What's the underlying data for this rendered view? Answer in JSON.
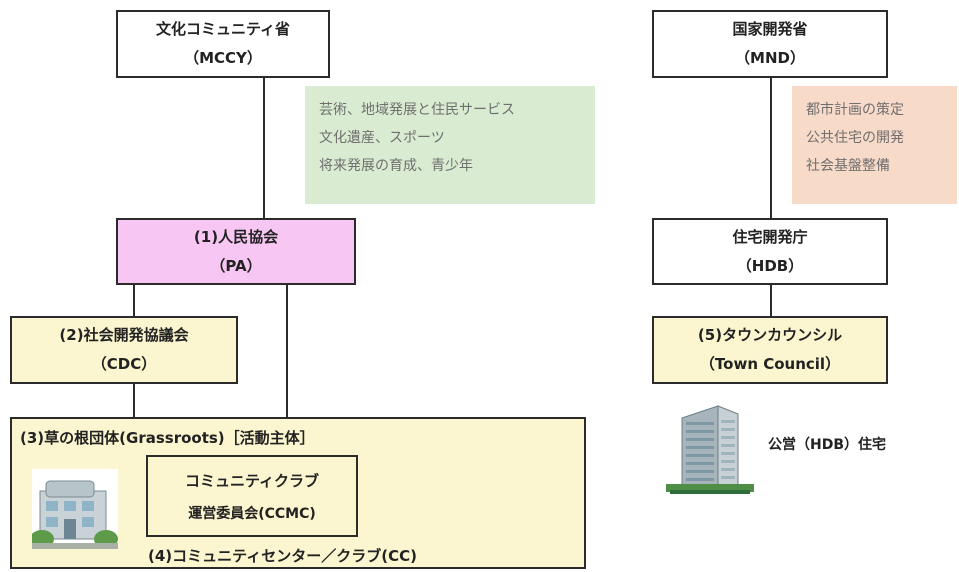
{
  "mccy": {
    "name": "文化コミュニティ省",
    "abbr": "（MCCY）"
  },
  "mnd": {
    "name": "国家開発省",
    "abbr": "（MND）"
  },
  "mccy_note": [
    "芸術、地域発展と住民サービス",
    "文化遺産、スポーツ",
    "将来発展の育成、青少年"
  ],
  "mnd_note": [
    "都市計画の策定",
    "公共住宅の開発",
    "社会基盤整備"
  ],
  "pa": {
    "name": "(1)人民協会",
    "abbr": "（PA）"
  },
  "hdb": {
    "name": "住宅開発庁",
    "abbr": "（HDB）"
  },
  "cdc": {
    "name": "(2)社会開発協議会",
    "abbr": "（CDC）"
  },
  "town_council": {
    "name": "(5)タウンカウンシル",
    "abbr": "（Town Council）"
  },
  "grassroots": {
    "title": "(3)草の根団体(Grassroots)［活動主体］",
    "ccmc_line1": "コミュニティクラブ",
    "ccmc_line2": "運営委員会(CCMC)",
    "cc_label": "(4)コミュニティセンター／クラブ(CC)"
  },
  "hdb_housing_label": "公営（HDB）住宅",
  "colors": {
    "pa_fill": "#f7c6f3",
    "cream_fill": "#fbf6cf",
    "green_note": "#d9ecd2",
    "orange_note": "#f8dac9"
  }
}
